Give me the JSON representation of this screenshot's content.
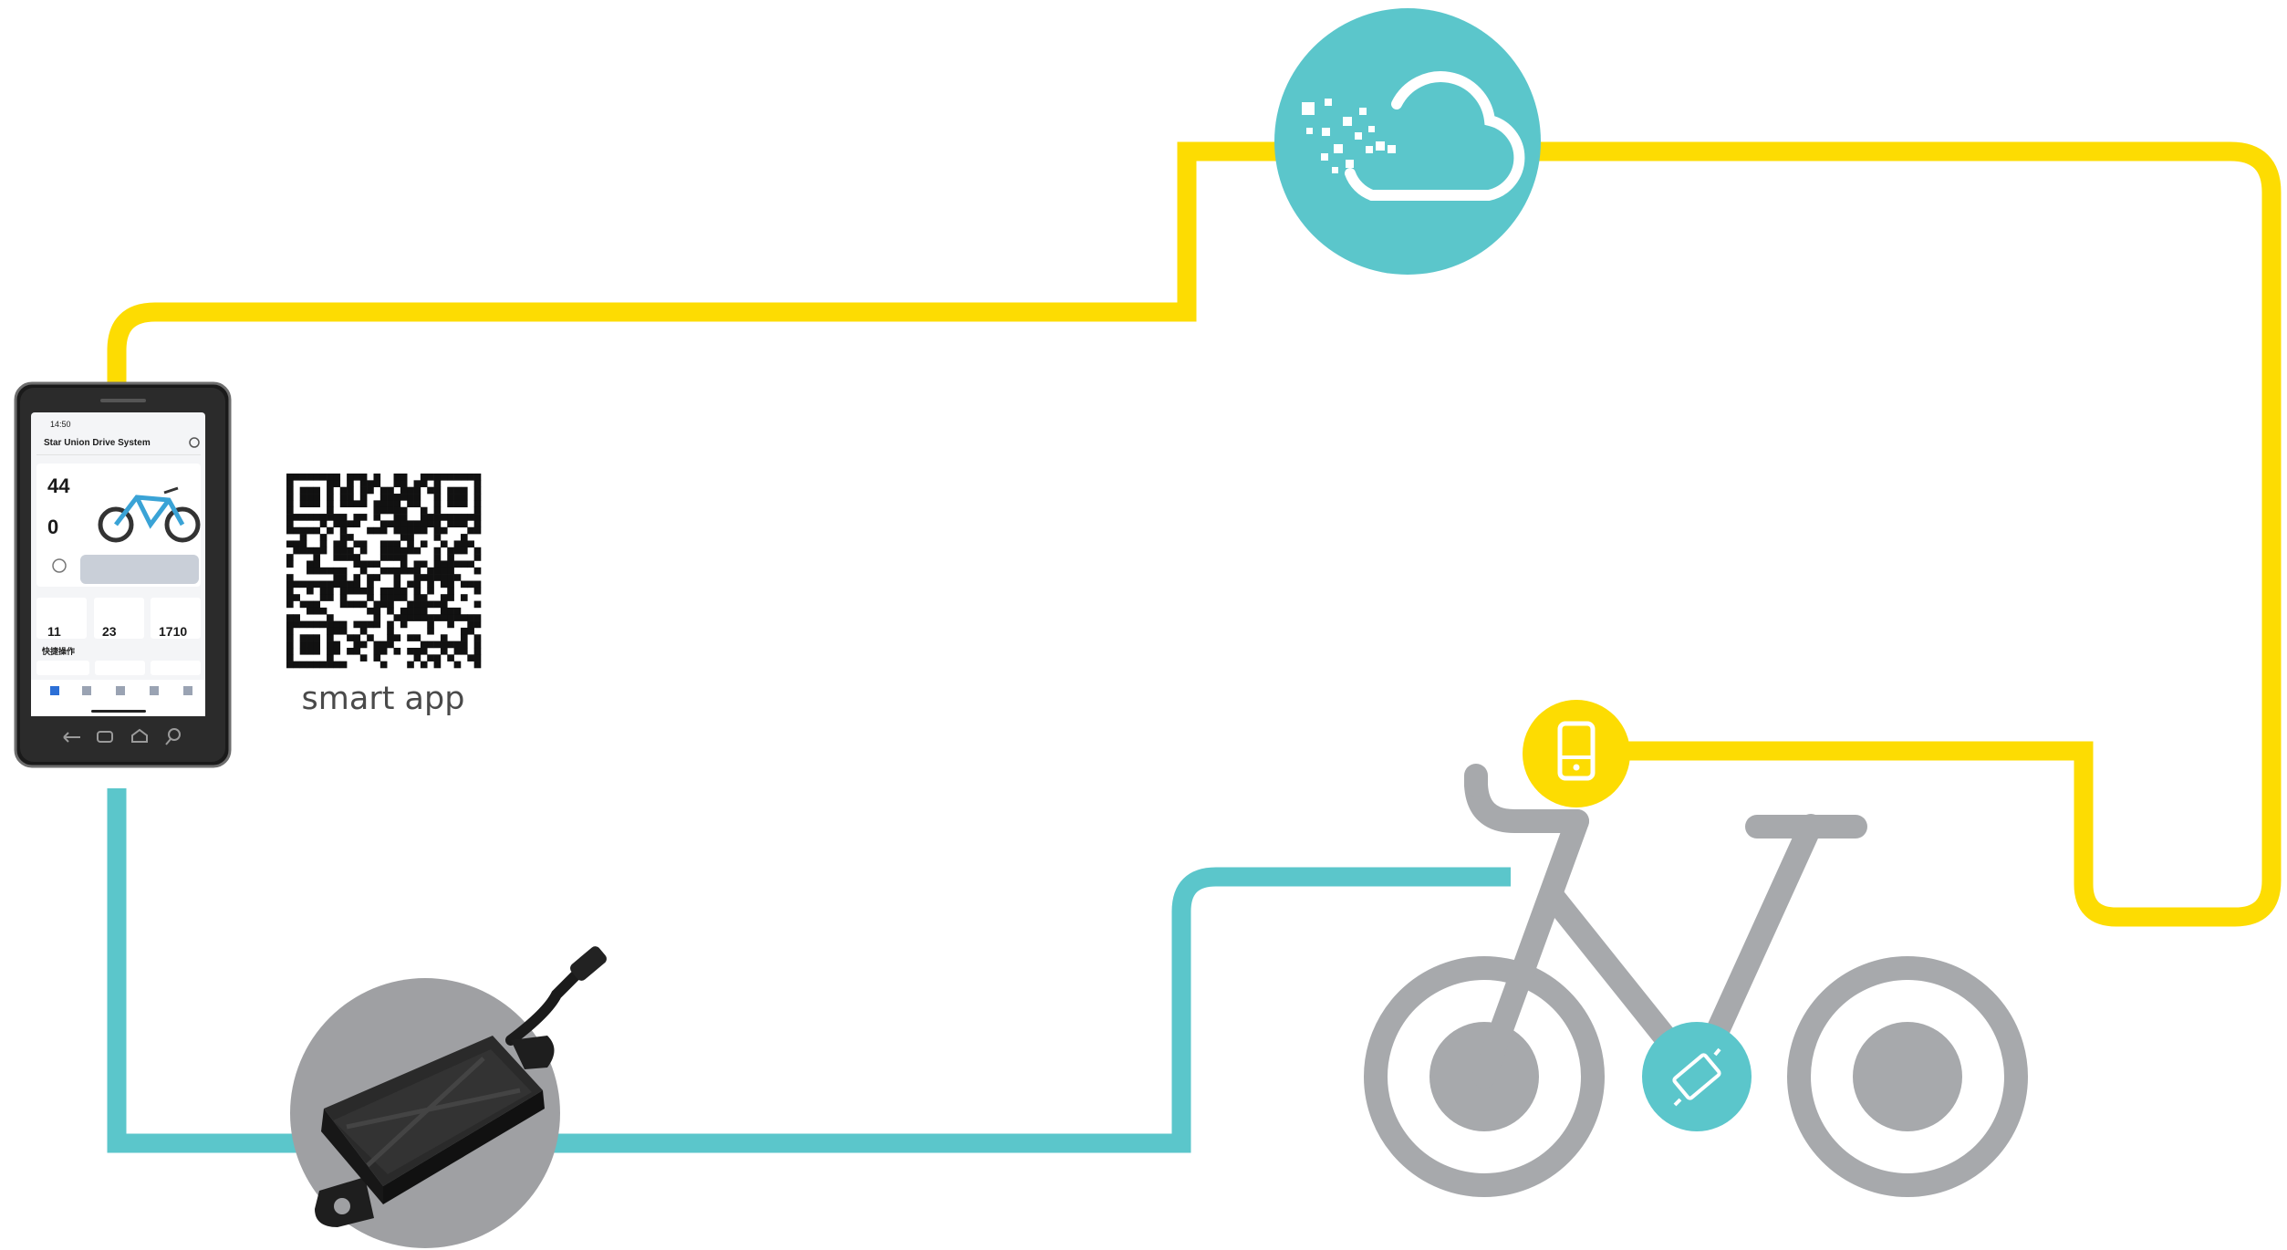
{
  "colors": {
    "yellow": "#FDDC02",
    "teal": "#5BC6CB",
    "gray": "#A7A9AC",
    "dark_gray": "#9FA0A3",
    "white": "#FFFFFF"
  },
  "icons": {
    "cloud": "cloud-upload-icon",
    "display": "display-unit-icon",
    "controller": "controller-chip-icon",
    "qr": "qr-code-icon",
    "phone": "smartphone-icon",
    "iot": "iot-module-icon",
    "bike": "e-bike-icon"
  },
  "qr": {
    "caption": "smart app"
  },
  "phone": {
    "status_time": "14:50",
    "app_title": "Star Union Drive System",
    "stat_1": "44",
    "stat_2": "0",
    "card_1": "11",
    "card_2": "23",
    "card_3": "1710",
    "section": "快捷操作"
  }
}
